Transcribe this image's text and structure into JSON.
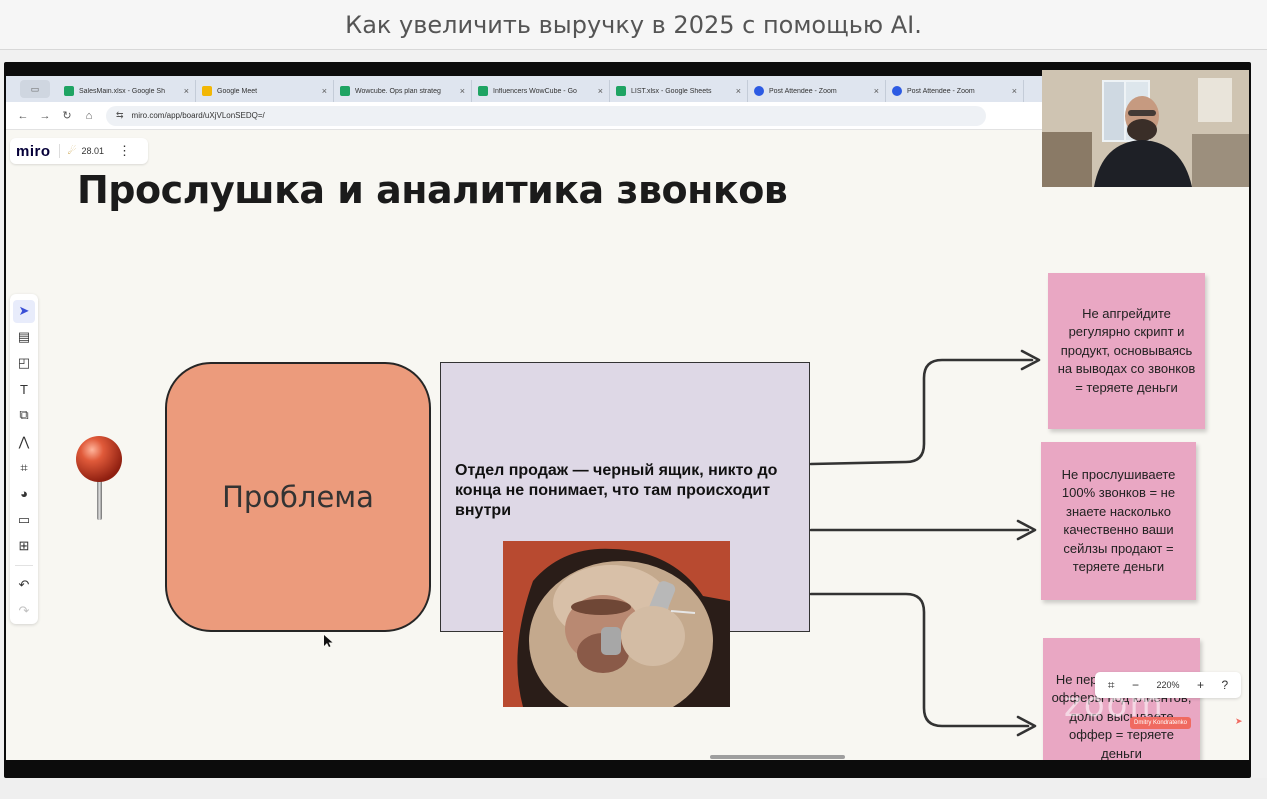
{
  "outer": {
    "title": "Как увеличить выручку в 2025 с помощью AI."
  },
  "browser": {
    "tabs": [
      {
        "label": "SalesMain.xlsx - Google Sh",
        "icon": "sheets-icon"
      },
      {
        "label": "Google Meet",
        "icon": "meet-icon"
      },
      {
        "label": "Wowcube. Ops plan strateg",
        "icon": "sheets-icon"
      },
      {
        "label": "Influencers WowCube - Go",
        "icon": "sheets-icon"
      },
      {
        "label": "LIST.xlsx - Google Sheets",
        "icon": "sheets-icon"
      },
      {
        "label": "Post Attendee - Zoom",
        "icon": "zoom-icon"
      },
      {
        "label": "Post Attendee - Zoom",
        "icon": "zoom-icon"
      }
    ],
    "url": "miro.com/app/board/uXjVLonSEDQ=/"
  },
  "miro": {
    "logo": "miro",
    "board_name": "28.01"
  },
  "slide": {
    "title": "Прослушка и аналитика звонков",
    "problem_label": "Проблема",
    "black_box_text": "Отдел продаж — черный ящик, никто до конца не понимает, что там происходит внутри",
    "stickies": [
      "Не апгрейдите регулярно скрипт и продукт, основываясь на выводах со звонков = теряете деньги",
      "Не прослушиваете 100% звонков = не знаете насколько качественно ваши сейлзы продают = теряете деньги",
      "Не персонализируете офферы под клиентов, долго высылаете оффер = теряете деньги"
    ],
    "cursor_name": "Dmitry Kondratenko"
  },
  "zoom_controls": {
    "level": "220%"
  },
  "watermark": "zoom",
  "colors": {
    "problem_fill": "#ec9b7c",
    "black_box_fill": "#ded8e6",
    "sticky_fill": "#e9a7c3",
    "pin_red": "#c73a22"
  }
}
